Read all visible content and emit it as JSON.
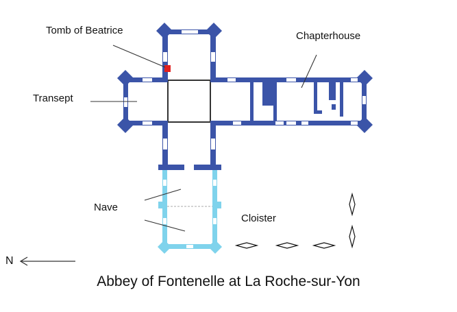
{
  "title": "Abbey of Fontenelle at La Roche-sur-Yon",
  "labels": {
    "tomb": "Tomb of Beatrice",
    "chapterhouse": "Chapterhouse",
    "transept": "Transept",
    "nave": "Nave",
    "cloister": "Cloister"
  },
  "compass": {
    "letter": "N",
    "arrow_icon": "arrow-left-icon"
  },
  "colors": {
    "wall": "#3b54a8",
    "wall_reconstructed": "#7fd3ec",
    "tomb": "#e02020",
    "outline": "#333333"
  }
}
